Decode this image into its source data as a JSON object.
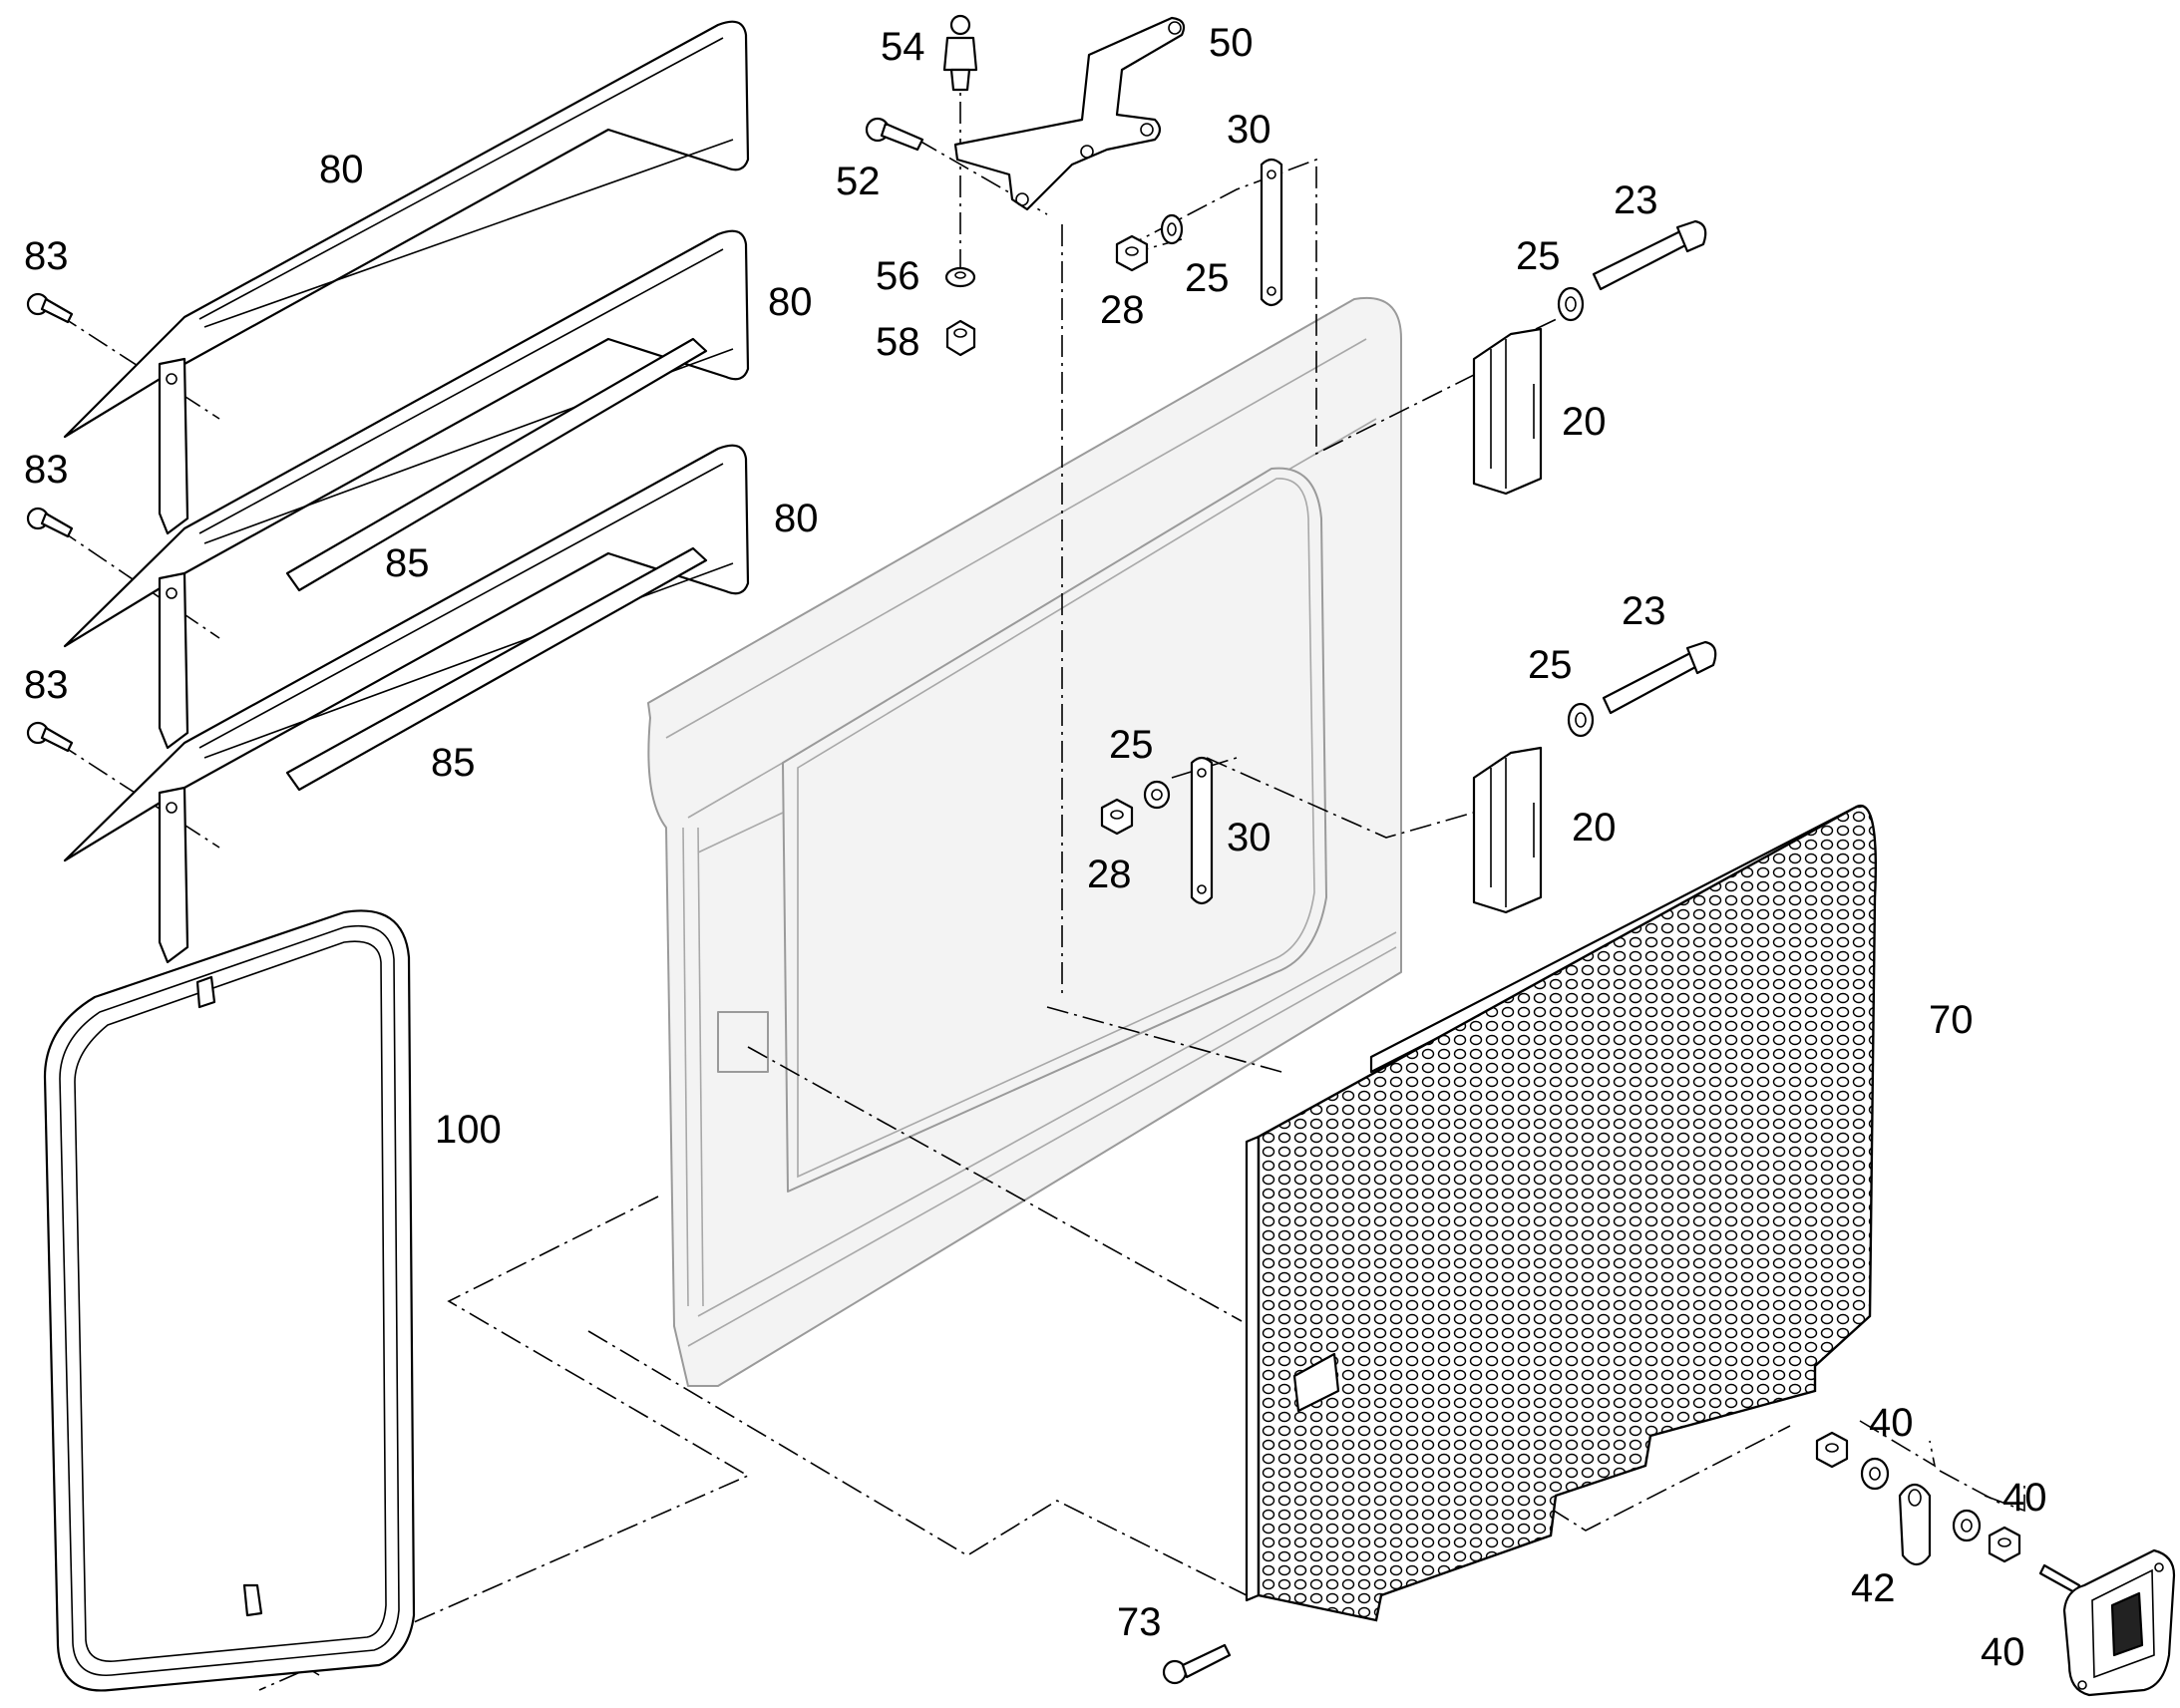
{
  "diagram": {
    "parts": {
      "p80a": "80",
      "p80b": "80",
      "p80c": "80",
      "p83a": "83",
      "p83b": "83",
      "p83c": "83",
      "p85a": "85",
      "p85b": "85",
      "p54": "54",
      "p50": "50",
      "p52": "52",
      "p56": "56",
      "p58": "58",
      "p30a": "30",
      "p30b": "30",
      "p28a": "28",
      "p28b": "28",
      "p25a": "25",
      "p25b": "25",
      "p25c": "25",
      "p25d": "25",
      "p23a": "23",
      "p23b": "23",
      "p20a": "20",
      "p20b": "20",
      "p100": "100",
      "p70": "70",
      "p40a": "40",
      "p40b": "40",
      "p40c": "40",
      "p42": "42",
      "p73": "73"
    }
  }
}
